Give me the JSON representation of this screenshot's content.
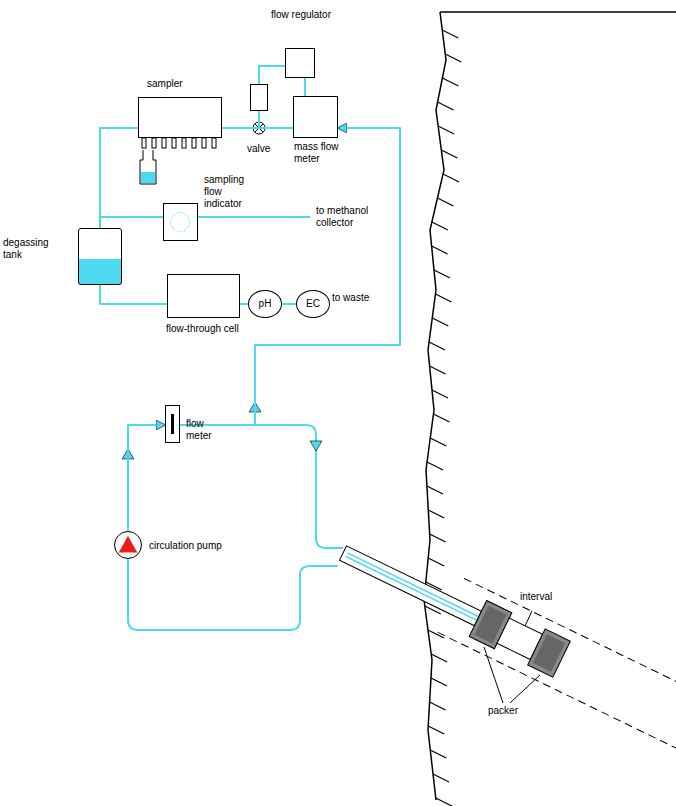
{
  "diagram": {
    "nodes": [
      {
        "text": [
          "flow regulator"
        ]
      },
      {
        "text": [
          "sampler"
        ]
      },
      {
        "text": [
          "valve"
        ]
      },
      {
        "text": [
          "mass flow meter"
        ]
      },
      {
        "text": [
          "sampling flow indicator"
        ]
      },
      {
        "text": [
          "degassing tank"
        ]
      },
      {
        "text": [
          "flow-through cell"
        ]
      },
      {
        "text": [
          "pH"
        ]
      },
      {
        "text": [
          "EC"
        ]
      },
      {
        "text": [
          "flow meter"
        ]
      },
      {
        "text": [
          "circulation pump"
        ]
      }
    ],
    "edges": [
      {
        "from": 3,
        "to": 2,
        "arrow": "none"
      },
      {
        "from": 2,
        "to": 1,
        "arrow": "none"
      },
      {
        "from": 2,
        "to": 0,
        "arrow": "none"
      },
      {
        "from": 0,
        "to": 3,
        "arrow": "none"
      },
      {
        "from": 1,
        "to": 5,
        "arrow": "none"
      },
      {
        "from": 1,
        "to": 4,
        "arrow": "none"
      },
      {
        "from": 5,
        "to": 6,
        "arrow": "none"
      },
      {
        "from": 6,
        "to": 7,
        "arrow": "none"
      },
      {
        "from": 7,
        "to": 8,
        "arrow": "none"
      },
      {
        "from": 9,
        "to": 3,
        "arrow": "to"
      },
      {
        "from": 10,
        "to": 9,
        "arrow": "to"
      }
    ],
    "labels": [
      "to methanol collector",
      "to waste",
      "interval",
      "packer"
    ]
  }
}
